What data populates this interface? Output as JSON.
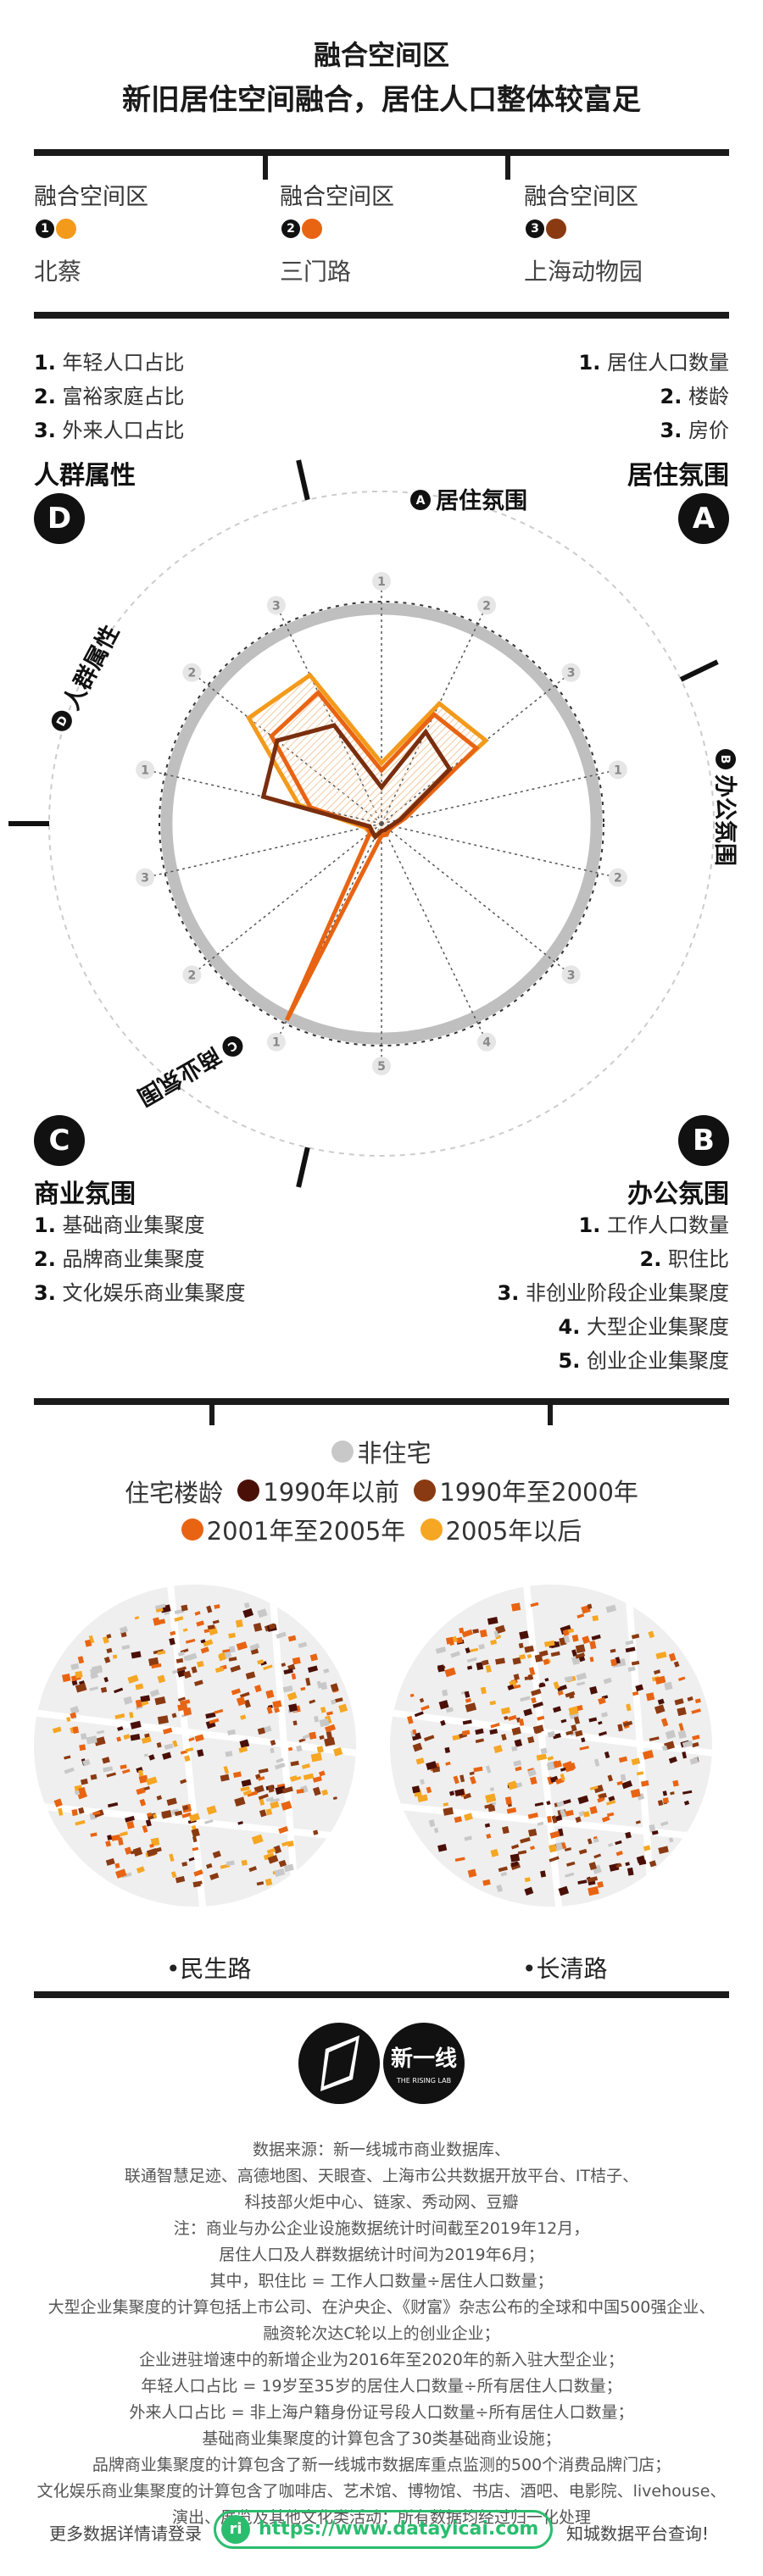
{
  "header": {
    "title": "融合空间区",
    "subtitle": "新旧居住空间融合，居住人口整体较富足"
  },
  "districts": [
    {
      "label": "融合空间区",
      "num": "1",
      "name": "北蔡",
      "color": "#f39a1b"
    },
    {
      "label": "融合空间区",
      "num": "2",
      "name": "三门路",
      "color": "#e86412"
    },
    {
      "label": "融合空间区",
      "num": "3",
      "name": "上海动物园",
      "color": "#8a3a12"
    }
  ],
  "dimensions": {
    "D": {
      "letter": "D",
      "title": "人群属性",
      "axis_label": "人群属性",
      "items": [
        {
          "n": "1.",
          "t": "年轻人口占比"
        },
        {
          "n": "2.",
          "t": "富裕家庭占比"
        },
        {
          "n": "3.",
          "t": "外来人口占比"
        }
      ]
    },
    "A": {
      "letter": "A",
      "title": "居住氛围",
      "axis_label": "居住氛围",
      "items": [
        {
          "n": "1.",
          "t": "居住人口数量"
        },
        {
          "n": "2.",
          "t": "楼龄"
        },
        {
          "n": "3.",
          "t": "房价"
        }
      ]
    },
    "C": {
      "letter": "C",
      "title": "商业氛围",
      "axis_label": "商业氛围",
      "items": [
        {
          "n": "1.",
          "t": "基础商业集聚度"
        },
        {
          "n": "2.",
          "t": "品牌商业集聚度"
        },
        {
          "n": "3.",
          "t": "文化娱乐商业集聚度"
        }
      ]
    },
    "B": {
      "letter": "B",
      "title": "办公氛围",
      "axis_label": "办公氛围",
      "items": [
        {
          "n": "1.",
          "t": "工作人口数量"
        },
        {
          "n": "2.",
          "t": "职住比"
        },
        {
          "n": "3.",
          "t": "非创业阶段企业集聚度"
        },
        {
          "n": "4.",
          "t": "大型企业集聚度"
        },
        {
          "n": "5.",
          "t": "创业企业集聚度"
        }
      ]
    }
  },
  "chart_data": {
    "type": "radar",
    "axes": [
      {
        "group": "A",
        "index": "1"
      },
      {
        "group": "A",
        "index": "2"
      },
      {
        "group": "A",
        "index": "3"
      },
      {
        "group": "B",
        "index": "1"
      },
      {
        "group": "B",
        "index": "2"
      },
      {
        "group": "B",
        "index": "3"
      },
      {
        "group": "B",
        "index": "4"
      },
      {
        "group": "B",
        "index": "5"
      },
      {
        "group": "C",
        "index": "1"
      },
      {
        "group": "C",
        "index": "2"
      },
      {
        "group": "C",
        "index": "3"
      },
      {
        "group": "D",
        "index": "1"
      },
      {
        "group": "D",
        "index": "2"
      },
      {
        "group": "D",
        "index": "3"
      }
    ],
    "rlim": [
      0,
      1
    ],
    "reference_ring": 0.6,
    "series": [
      {
        "district": "1",
        "color": "#f39a1b",
        "values": [
          0.25,
          0.55,
          0.55,
          0.08,
          0.05,
          0.04,
          0.04,
          0.04,
          0.06,
          0.06,
          0.07,
          0.35,
          0.7,
          0.68
        ]
      },
      {
        "district": "2",
        "color": "#e86412",
        "values": [
          0.22,
          0.5,
          0.5,
          0.1,
          0.05,
          0.04,
          0.05,
          0.05,
          0.9,
          0.06,
          0.06,
          0.3,
          0.58,
          0.6
        ]
      },
      {
        "district": "3",
        "color": "#7a2e0e",
        "values": [
          0.15,
          0.42,
          0.36,
          0.08,
          0.04,
          0.03,
          0.03,
          0.03,
          0.06,
          0.05,
          0.05,
          0.5,
          0.55,
          0.45
        ]
      }
    ]
  },
  "legend": {
    "non_residential": "非住宅",
    "age_label": "住宅楼龄",
    "items": [
      {
        "label": "1990年以前",
        "color": "#4a1008"
      },
      {
        "label": "1990年至2000年",
        "color": "#8a3a12"
      },
      {
        "label": "2001年至2005年",
        "color": "#e86412"
      },
      {
        "label": "2005年以后",
        "color": "#f5a623"
      }
    ],
    "non_res_color": "#c8c8c8"
  },
  "maps": [
    {
      "name": "民生路"
    },
    {
      "name": "长清路"
    }
  ],
  "logo": {
    "brand": "新一线",
    "sub": "THE RISING LAB"
  },
  "notes": [
    "数据来源：新一线城市商业数据库、",
    "联通智慧足迹、高德地图、天眼查、上海市公共数据开放平台、IT桔子、",
    "科技部火炬中心、链家、秀动网、豆瓣",
    "注：商业与办公企业设施数据统计时间截至2019年12月，",
    "居住人口及人群数据统计时间为2019年6月；",
    "其中，职住比 = 工作人口数量÷居住人口数量；",
    "大型企业集聚度的计算包括上市公司、在沪央企、《财富》杂志公布的全球和中国500强企业、",
    "融资轮次达C轮以上的创业企业；",
    "企业进驻增速中的新增企业为2016年至2020年的新入驻大型企业；",
    "年轻人口占比 = 19岁至35岁的居住人口数量÷所有居住人口数量；",
    "外来人口占比 = 非上海户籍身份证号段人口数量÷所有居住人口数量；",
    "基础商业集聚度的计算包含了30类基础商业设施；",
    "品牌商业集聚度的计算包含了新一线城市数据库重点监测的500个消费品牌门店；",
    "文化娱乐商业集聚度的计算包含了咖啡店、艺术馆、博物馆、书店、酒吧、电影院、livehouse、",
    "演出、展览及其他文化类活动；所有数据均经过归一化处理"
  ],
  "footer": {
    "left": "更多数据详情请登录",
    "url": "https://www.datayicai.com",
    "right": "知城数据平台查询!",
    "icon": "ri"
  }
}
